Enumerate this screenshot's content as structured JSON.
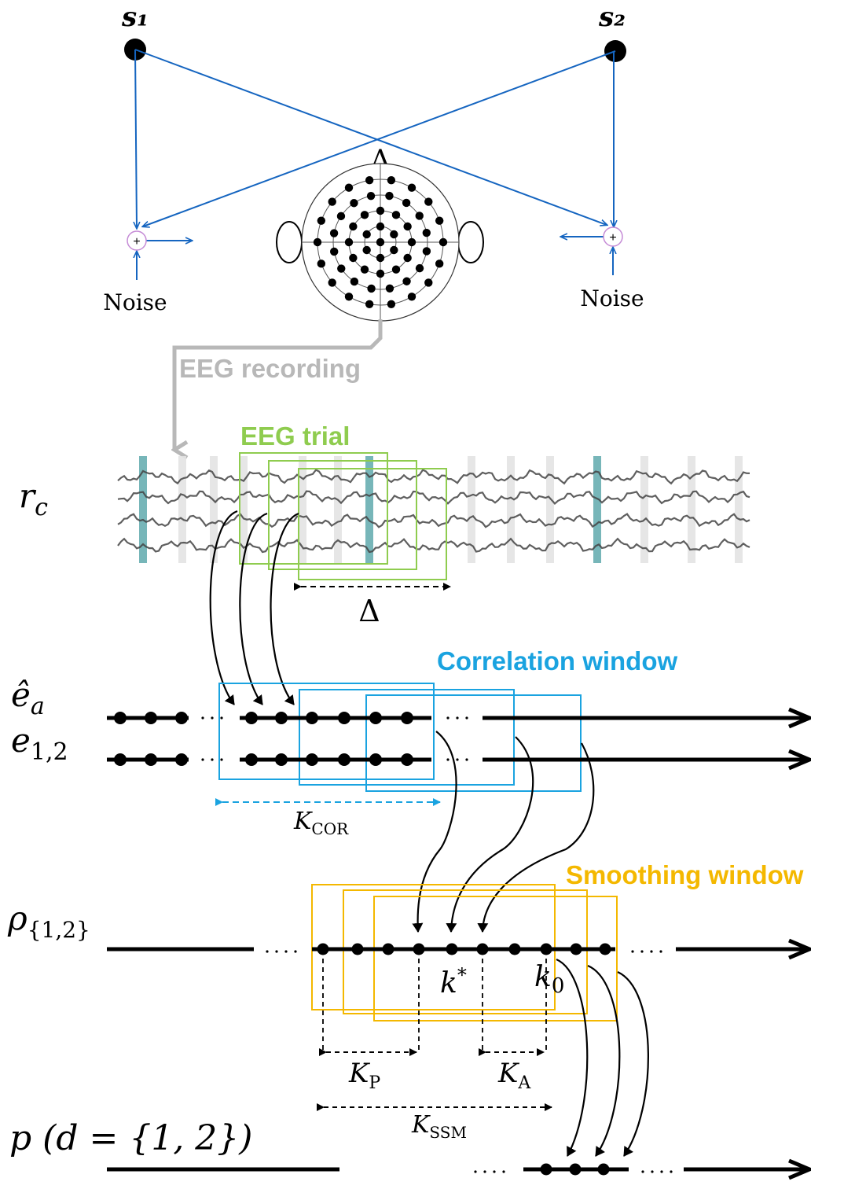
{
  "top": {
    "speaker_left": "s₁",
    "speaker_right": "s₂",
    "noise_left": "Noise",
    "noise_right": "Noise",
    "delay_symbol": "Δ",
    "eeg_recording": "EEG recording"
  },
  "trial": {
    "label": "EEG trial",
    "row_label": "r",
    "row_sub": "c",
    "shift_label": "Δ"
  },
  "correlation": {
    "label": "Correlation window",
    "row_ea": "ê",
    "row_ea_sub": "a",
    "row_e12": "e",
    "row_e12_sub": "1,2",
    "window_label": "K",
    "window_sub": "COR"
  },
  "smoothing": {
    "label": "Smoothing window",
    "row_rho": "ρ",
    "row_rho_sub": "{1,2}",
    "kstar": "k",
    "kstar_sup": "*",
    "k0": "k",
    "k0_sub": "0",
    "kp": "K",
    "kp_sub": "P",
    "ka": "K",
    "ka_sub": "A",
    "kssm": "K",
    "kssm_sub": "SSM"
  },
  "output": {
    "row_p": "p (d = {1, 2})"
  },
  "colors": {
    "blue_line": "#1565c0",
    "gray": "#b8b8b8",
    "green": "#8fcc4f",
    "cyan": "#1aa3e0",
    "yellow": "#f4b800",
    "black": "#000000"
  }
}
